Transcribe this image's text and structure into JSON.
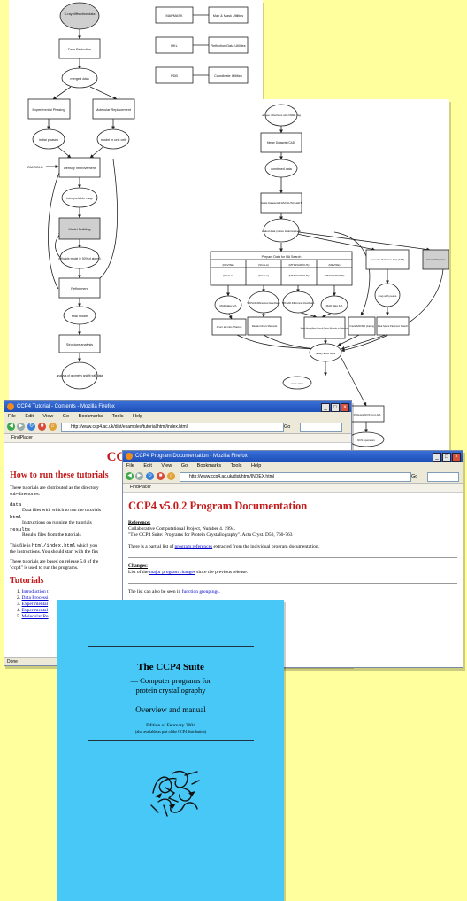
{
  "flowchart1": {
    "nodes": {
      "xray": "X-ray diffraction data",
      "reduction": "Data Reduction",
      "merged": "merged data",
      "exp_phasing": "Experimental Phasing",
      "mol_rep": "Molecular Replacement",
      "initial_phases": "initial phases",
      "model_unit_cell": "model in unit cell",
      "density_imp": "Density Improvement",
      "interp_map": "interpretable map",
      "model_building": "Model Building",
      "refinable": "refinable model (> 50% of atoms)",
      "refinement": "Refinement",
      "final_model": "final model",
      "structure_analysis": "Structure analysis",
      "analysis": "analysis of geometry and fit with data",
      "dm_label": "DM/SOLO",
      "ws_mapmask": "MAPMASK",
      "ws_map": "Map & Mask Utilities",
      "ws_hkl": "HKL",
      "ws_refl": "Reflection Data Utilities",
      "ws_pdb": "PDB",
      "ws_coord": "Coordinate Utilities"
    }
  },
  "flowchart2": {
    "nodes": {
      "unique": "unique reflections with FREE flag",
      "merge": "Merge Datasets (CAD)",
      "combined": "combined data",
      "scale": "Scale Datasets FHSCAL/SCALEIT",
      "scaled": "scaled data (native & derivatives)",
      "prepare": "Prepare Data for HA Search",
      "col1": "(REVISE)",
      "col2": "(SCALA)",
      "col3": "(MTZ2VARIOUS)",
      "col4": "(REVISE)",
      "sub1": "(SCALA)",
      "sub2": "(SCALA)",
      "sub3": "(MTZ2VARIOUS)",
      "sub4": "(MTZ2VARIOUS)",
      "mad_ea": "MAD data E/A",
      "sir_sad": "SIR/SAD differences Dano/Dano",
      "sir_sad2": "SIR/SAD differences Diso/Dano",
      "mad_fa": "MAD data F/A",
      "patterson": "Generate Patterson Map (FFT)",
      "external": "External Programs",
      "acorn": "Acorn ab initio Phasing",
      "rantan": "Rantan Direct Methods",
      "shelx": "Shelx Heavy Atom Search (Direct Methods or Patterson)",
      "crank": "Crank SAD/SIR phasing",
      "map_peaks": "map with peaks",
      "realspace": "Real Space Patterson Search",
      "heavy_atom": "heavy atom sites",
      "more_sites": "more sites",
      "profesis": "Professs NCS from HA",
      "ncs_ops": "NCS operators"
    }
  },
  "browser1": {
    "title": "CCP4 Tutorial - Contents - Mozilla Firefox",
    "menu": [
      "File",
      "Edit",
      "View",
      "Go",
      "Bookmarks",
      "Tools",
      "Help"
    ],
    "url": "http://www.ccp4.ac.uk/dist/examples/tutorial/html/index.html",
    "go_label": "Go",
    "bookmark": "FindPlacer",
    "heading": "CCP4 Tutorials Contents",
    "section": "How to run these tutorials",
    "intro": "These tutorials are distributed as the directory",
    "intro2": "sub-directories:",
    "dirs": [
      {
        "name": "data",
        "desc": "Data files with which to run the tutorials"
      },
      {
        "name": "html",
        "desc": "Instructions on running the tutorials"
      },
      {
        "name": "results",
        "desc": "Results files from the tutorials"
      }
    ],
    "file_line_pre": "This file is",
    "file_line_code": "html/index.html",
    "file_line_post": "which you",
    "file_line2": "the instructions. You should start with the firs",
    "based_on": "These tutorials are based on release 5.0 of the",
    "based_on2": "\"ccp4\" is used to run the programs.",
    "tutorials_heading": "Tutorials",
    "tutorial_items": [
      "Introduction t",
      "Data Processi",
      "Experimental",
      "Experimental",
      "Molecular Re"
    ],
    "status": "Done"
  },
  "browser2": {
    "title": "CCP4 Program Documentation - Mozilla Firefox",
    "menu": [
      "File",
      "Edit",
      "View",
      "Go",
      "Bookmarks",
      "Tools",
      "Help"
    ],
    "url": "http://www.ccp4.ac.uk/dist/html/INDEX.html",
    "go_label": "Go",
    "bookmark": "FindPlacer",
    "heading": "CCP4 v5.0.2 Program Documentation",
    "reference_label": "Reference:",
    "reference_1": "Collaborative Computational Project, Number 4. 1994.",
    "reference_2": "\"The CCP4 Suite: Programs for Protein Crystallography\". Acta Cryst. D50, 760-763",
    "partial_pre": "There is a partial list of",
    "partial_link": "program references",
    "partial_post": "extracted from the individual program documentation.",
    "changes_label": "Changes:",
    "changes_pre": "List of the",
    "changes_link": "major program changes",
    "changes_post": "since the previous release.",
    "function_pre": "The list can also be seen in",
    "function_link": "function groupings."
  },
  "manual": {
    "background": "#47c8f6",
    "title": "The CCP4 Suite",
    "subtitle1": "— Computer programs for",
    "subtitle2": "protein crystallography",
    "overview": "Overview and manual",
    "edition": "Edition of February 2004",
    "availability": "(also available as part of the CCP4 distribution)"
  }
}
